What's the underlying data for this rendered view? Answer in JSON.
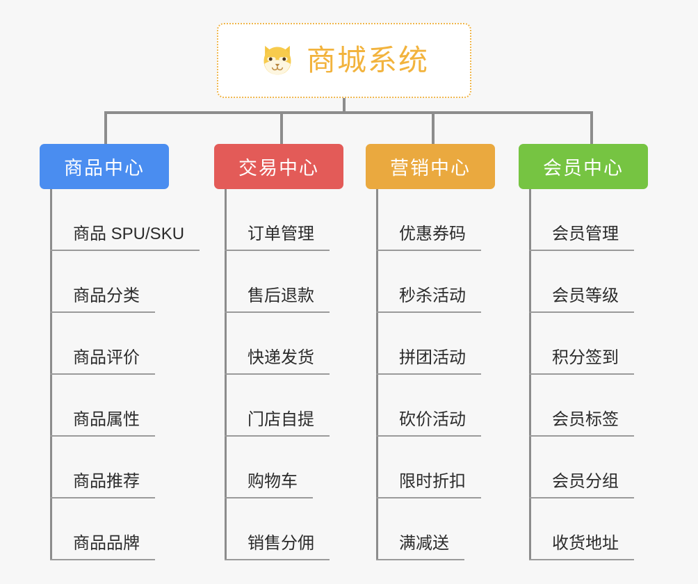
{
  "page": {
    "background_color": "#f7f7f7",
    "type": "mind-map",
    "line_color": "#8c8c8c"
  },
  "root": {
    "title": "商城系统",
    "icon": "shiba-dog-face-icon",
    "border_color": "#f0b64a",
    "text_color": "#f2b33d",
    "background_color": "#ffffff"
  },
  "branches": [
    {
      "label": "商品中心",
      "color": "#4a8df0",
      "items": [
        "商品 SPU/SKU",
        "商品分类",
        "商品评价",
        "商品属性",
        "商品推荐",
        "商品品牌"
      ]
    },
    {
      "label": "交易中心",
      "color": "#e35b58",
      "items": [
        "订单管理",
        "售后退款",
        "快递发货",
        "门店自提",
        "购物车",
        "销售分佣"
      ]
    },
    {
      "label": "营销中心",
      "color": "#eaa93f",
      "items": [
        "优惠券码",
        "秒杀活动",
        "拼团活动",
        "砍价活动",
        "限时折扣",
        "满减送"
      ]
    },
    {
      "label": "会员中心",
      "color": "#76c442",
      "items": [
        "会员管理",
        "会员等级",
        "积分签到",
        "会员标签",
        "会员分组",
        "收货地址"
      ]
    }
  ]
}
